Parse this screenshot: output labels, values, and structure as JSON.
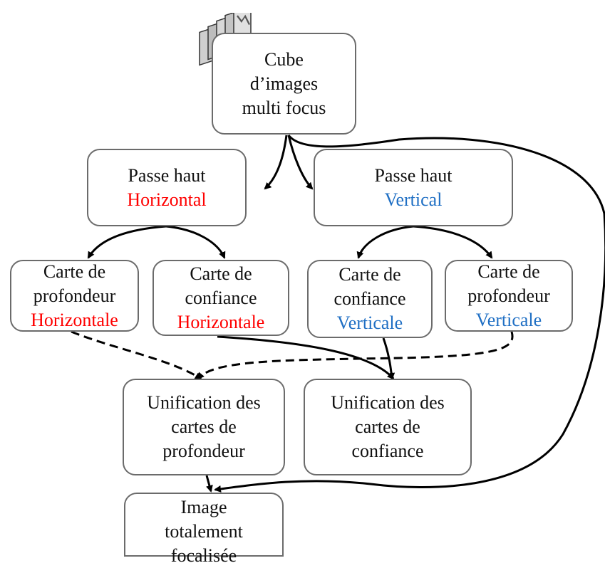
{
  "colors": {
    "horizontal": "#ff0000",
    "vertical": "#1f6fc4",
    "border": "#6b6b6b",
    "arrow": "#000000"
  },
  "icon": "image-stack-icon",
  "nodes": {
    "cube": {
      "lines": [
        "Cube",
        "d’images",
        "multi focus"
      ]
    },
    "passe_haut_h": {
      "line1": "Passe haut",
      "line2": "Horizontal"
    },
    "passe_haut_v": {
      "line1": "Passe haut",
      "line2": "Vertical"
    },
    "carte_prof_h": {
      "line1": "Carte de",
      "line2": "profondeur",
      "line3": "Horizontale"
    },
    "carte_conf_h": {
      "line1": "Carte de",
      "line2": "confiance",
      "line3": "Horizontale"
    },
    "carte_conf_v": {
      "line1": "Carte de",
      "line2": "confiance",
      "line3": "Verticale"
    },
    "carte_prof_v": {
      "line1": "Carte de",
      "line2": "profondeur",
      "line3": "Verticale"
    },
    "unif_prof": {
      "lines": [
        "Unification des",
        "cartes de",
        "profondeur"
      ]
    },
    "unif_conf": {
      "lines": [
        "Unification des",
        "cartes de",
        "confiance"
      ]
    },
    "image_final": {
      "lines": [
        "Image",
        "totalement",
        "focalisée"
      ]
    }
  }
}
